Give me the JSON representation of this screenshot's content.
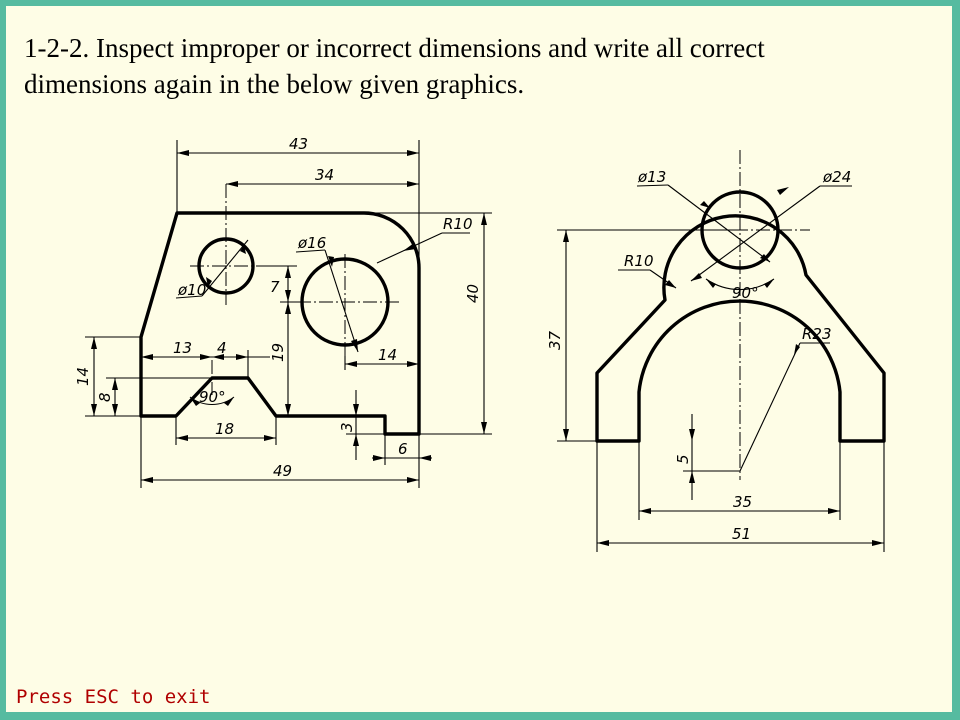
{
  "title": {
    "line1": "1-2-2. Inspect improper or incorrect dimensions and write all correct",
    "line2": "dimensions again in the below given graphics."
  },
  "left_part": {
    "dim_43": "43",
    "dim_34": "34",
    "dim_r10": "R10",
    "dim_dia16": "ø16",
    "dim_dia10": "ø10",
    "dim_7": "7",
    "dim_40": "40",
    "dim_19": "19",
    "dim_14_right": "14",
    "dim_13": "13",
    "dim_4": "4",
    "dim_14_left": "14",
    "dim_8": "8",
    "dim_90": "90°",
    "dim_18": "18",
    "dim_3": "3",
    "dim_6": "6",
    "dim_49": "49"
  },
  "right_part": {
    "dim_dia13": "ø13",
    "dim_dia24": "ø24",
    "dim_r10": "R10",
    "dim_90": "90°",
    "dim_37": "37",
    "dim_r23": "R23",
    "dim_5": "5",
    "dim_35": "35",
    "dim_51": "51"
  },
  "footer": {
    "esc_hint": "Press ESC to exit"
  },
  "colors": {
    "background": "#56bba0",
    "paper": "#fefde6",
    "esc_text": "#b00000"
  }
}
